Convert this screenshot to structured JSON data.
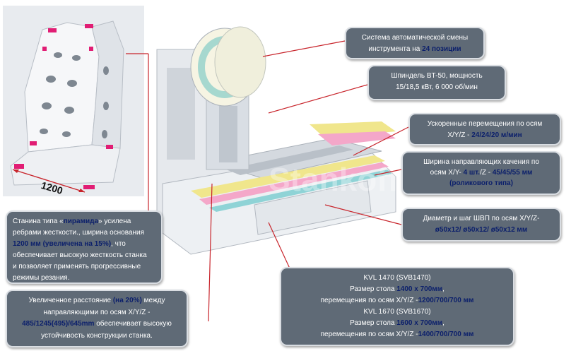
{
  "colors": {
    "callout_bg": "#5f6a76",
    "callout_border": "#d9dde2",
    "highlight": "#0b1f6b",
    "leader_line": "#c8242b",
    "frame_marker": "#e11d74"
  },
  "dimension": {
    "base_width": "1200"
  },
  "watermark": "Stankoff.RU",
  "callouts": {
    "atc": {
      "line1": "Система автоматической смены",
      "line2_prefix": "инструмента на ",
      "line2_hl": "24 позиции"
    },
    "spindle": {
      "line1": "Шпиндель BT-50, мощность",
      "line2": "15/18,5 кВт, 6 000 об/мин"
    },
    "rapid": {
      "line1": "Ускоренные перемещения по осям",
      "line2_prefix": "X/Y/Z - ",
      "line2_hl": "24/24/20 м/мин"
    },
    "guides": {
      "line1": "Ширина направляющих качения по",
      "line2_prefix": "осям X/Y- ",
      "line2_hl1": "4 шт.",
      "line2_mid": "/Z - ",
      "line2_hl2": "45/45/55 мм",
      "line3_hl": "(роликового типа)"
    },
    "ballscrew": {
      "line1": "Диаметр и шаг ШВП по осям X/Y/Z-",
      "line2_hl": "ø50x12/ ø50x12/ ø50x12 мм"
    },
    "frame": {
      "t1": "Станина типа «",
      "t1_hl": "пирамида",
      "t1b": "» усилена",
      "t2": "ребрами жесткости., ширина основания",
      "t3_hl": "1200 мм (увеличена на 15%)",
      "t3b": ", что",
      "t4": "обеспечивает высокую жесткость станка",
      "t5": "и позволяет применять прогрессивные",
      "t6": "режимы резания."
    },
    "distance": {
      "l1a": "Увеличенное расстояние ",
      "l1_hl": "(на 20%)",
      "l1b": " между",
      "l2": "направляющими по осям X/Y/Z -",
      "l3_hl": "485/1245(495)/645mm",
      "l3b": " обеспечивает высокую",
      "l4": "устойчивость конструкции станка."
    },
    "models": {
      "m1": "KVL 1470 (SVB1470)",
      "m1_size_prefix": "Размер стола ",
      "m1_size_hl": "1400 x 700мм",
      "m1_size_suffix": ",",
      "m1_travel_prefix": "перемещения по осям X/Y/Z -",
      "m1_travel_hl": "1200/700/700 мм",
      "m2": "KVL 1670 (SVB1670)",
      "m2_size_prefix": "Размер стола ",
      "m2_size_hl": "1600 x 700мм",
      "m2_size_suffix": ",",
      "m2_travel_prefix": "перемещения по осям X/Y/Z -",
      "m2_travel_hl": "1400/700/700 мм"
    }
  }
}
